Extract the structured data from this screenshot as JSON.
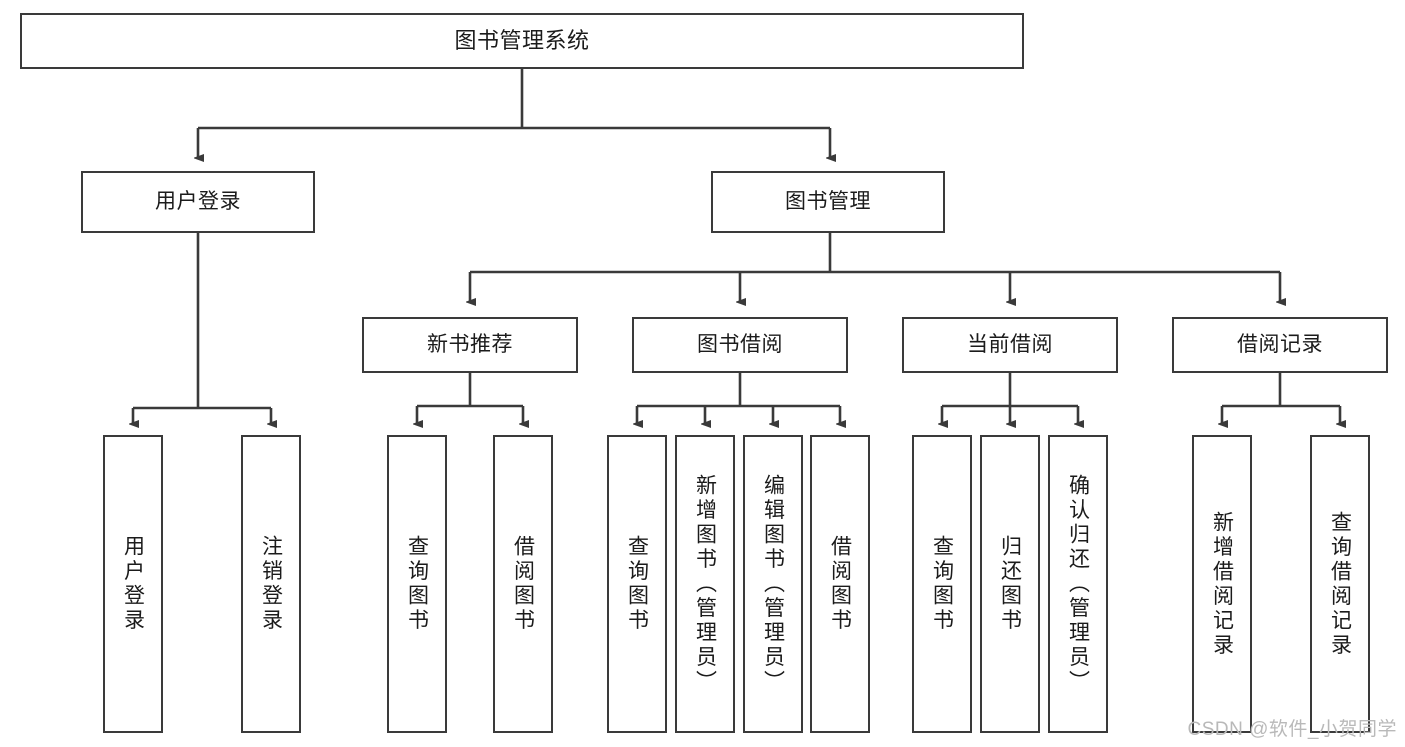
{
  "diagram": {
    "title": "图书管理系统",
    "root": {
      "label": "图书管理系统"
    },
    "level2": [
      {
        "label": "用户登录"
      },
      {
        "label": "图书管理"
      }
    ],
    "level3": [
      {
        "label": "新书推荐"
      },
      {
        "label": "图书借阅"
      },
      {
        "label": "当前借阅"
      },
      {
        "label": "借阅记录"
      }
    ],
    "leaves": {
      "user_login": [
        {
          "label": "用户登录"
        },
        {
          "label": "注销登录"
        }
      ],
      "new_book_recommend": [
        {
          "label": "查询图书"
        },
        {
          "label": "借阅图书"
        }
      ],
      "book_borrow": [
        {
          "label": "查询图书"
        },
        {
          "label": "新增图书（管理员）"
        },
        {
          "label": "编辑图书（管理员）"
        },
        {
          "label": "借阅图书"
        }
      ],
      "current_borrow": [
        {
          "label": "查询图书"
        },
        {
          "label": "归还图书"
        },
        {
          "label": "确认归还（管理员）"
        }
      ],
      "borrow_record": [
        {
          "label": "新增借阅记录"
        },
        {
          "label": "查询借阅记录"
        }
      ]
    }
  },
  "watermark": {
    "text": "CSDN @软件_小贺同学"
  },
  "colors": {
    "border": "#3a3a3a",
    "text": "#1b1b1b",
    "background": "#ffffff",
    "watermark": "#b9b9b9"
  }
}
